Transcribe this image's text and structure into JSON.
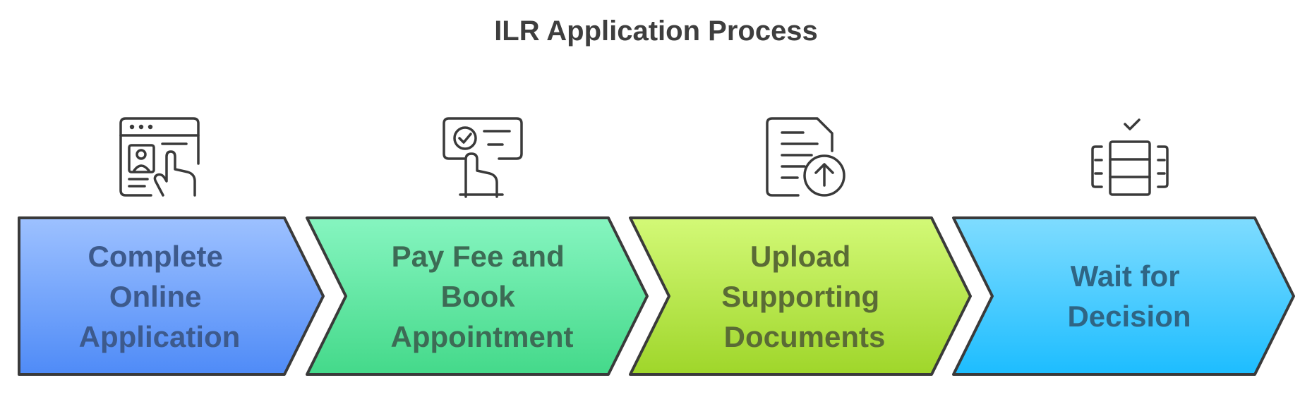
{
  "title": "ILR Application Process",
  "steps": [
    {
      "lines": [
        "Complete",
        "Online",
        "Application"
      ],
      "icon": "online-form-touch-icon",
      "color_top": "#9dc1ff",
      "color_bottom": "#4f8bf7",
      "text_color": "#3d5a8c"
    },
    {
      "lines": [
        "Pay Fee and",
        "Book",
        "Appointment"
      ],
      "icon": "payment-card-hand-icon",
      "color_top": "#86f5c0",
      "color_bottom": "#44d98a",
      "text_color": "#3d6b55"
    },
    {
      "lines": [
        "Upload",
        "Supporting",
        "Documents"
      ],
      "icon": "document-upload-icon",
      "color_top": "#d3f977",
      "color_bottom": "#9fd62a",
      "text_color": "#5a6b35"
    },
    {
      "lines": [
        "Wait for",
        "Decision"
      ],
      "icon": "server-check-icon",
      "color_top": "#7fdcff",
      "color_bottom": "#1dbdff",
      "text_color": "#2f6584"
    }
  ]
}
